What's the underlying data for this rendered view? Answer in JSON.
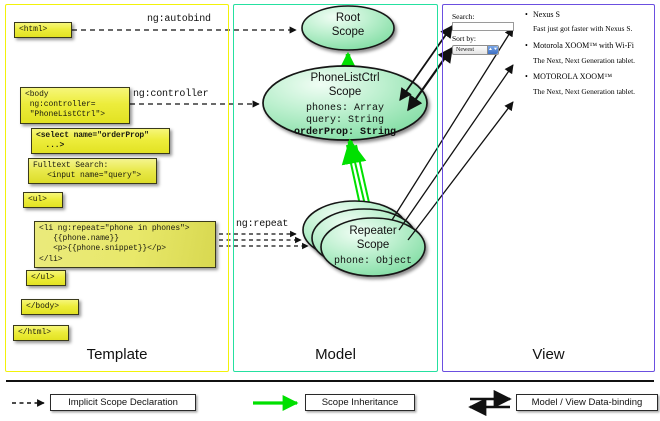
{
  "panels": {
    "template": {
      "label": "Template",
      "border_color": "#f2f20a"
    },
    "model": {
      "label": "Model",
      "border_color": "#25e0a0"
    },
    "view": {
      "label": "View",
      "border_color": "#6b4fe0"
    }
  },
  "template_panel": {
    "boxes": [
      {
        "id": "html-open",
        "text": "<html>"
      },
      {
        "id": "body-open",
        "text": "<body\n ng:controller=\n \"PhoneListCtrl\">"
      },
      {
        "id": "select-order",
        "text": "<select name=\"orderProp\"\n  ...>"
      },
      {
        "id": "fulltext",
        "text": "Fulltext Search:\n   <input name=\"query\">"
      },
      {
        "id": "ul-open",
        "text": "<ul>"
      },
      {
        "id": "li-repeat",
        "text": "<li ng:repeat=\"phone in phones\">\n   {{phone.name}}\n   <p>{{phone.snippet}}</p>\n</li>"
      },
      {
        "id": "ul-close",
        "text": "</ul>"
      },
      {
        "id": "body-close",
        "text": "</body>"
      },
      {
        "id": "html-close",
        "text": "</html>"
      }
    ]
  },
  "connectors": {
    "autobind": "ng:autobind",
    "controller": "ng:controller",
    "repeat": "ng:repeat"
  },
  "model_panel": {
    "scopes": [
      {
        "id": "root-scope",
        "title_line1": "Root",
        "title_line2": "Scope",
        "props": []
      },
      {
        "id": "phonelistctrl-scope",
        "title_line1": "PhoneListCtrl",
        "title_line2": "Scope",
        "props": [
          {
            "text": "phones: Array",
            "bold": false
          },
          {
            "text": "query: String",
            "bold": false
          },
          {
            "text": "orderProp: String",
            "bold": true
          }
        ]
      },
      {
        "id": "repeater-scope",
        "title_line1": "Repeater",
        "title_line2": "Scope",
        "props": [
          {
            "text": "phone: Object",
            "bold": false
          }
        ]
      }
    ]
  },
  "view_panel": {
    "form": {
      "search_label": "Search:",
      "search_value": "",
      "sort_label": "Sort by:",
      "sort_selected": "Newest"
    },
    "phones": [
      {
        "name": "Nexus S",
        "snippet": "Fast just got faster with Nexus S."
      },
      {
        "name": "Motorola XOOM™  with Wi-Fi",
        "snippet": "The Next, Next Generation tablet."
      },
      {
        "name": "MOTOROLA XOOM™",
        "snippet": "The Next, Next Generation tablet."
      }
    ]
  },
  "legend": {
    "items": [
      {
        "id": "implicit-scope-declaration",
        "label": "Implicit Scope Declaration",
        "style": "dashed-arrow",
        "color": "#111111"
      },
      {
        "id": "scope-inheritance",
        "label": "Scope Inheritance",
        "style": "solid-arrow",
        "color": "#00e000"
      },
      {
        "id": "model-view-databinding",
        "label": "Model / View Data-binding",
        "style": "double-arrow",
        "color": "#111111"
      }
    ]
  },
  "colors": {
    "code_box_fill": "#e9e93c",
    "code_box_border": "#3a3a1c",
    "scope_fill_light": "#d8f6e0",
    "scope_fill_mid": "#9fe8b8",
    "scope_stroke": "#1a1a1a",
    "inheritance_green": "#00e000"
  }
}
